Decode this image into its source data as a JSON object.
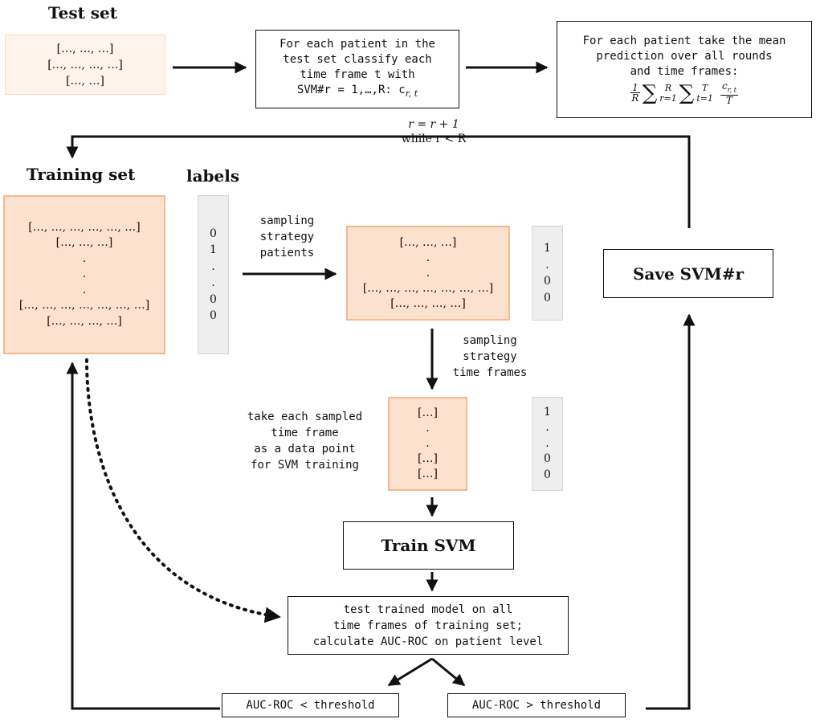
{
  "test_set": {
    "title": "Test set",
    "rows": [
      "[…, …, …]",
      "[…, …, …, …]",
      "[…, …]"
    ]
  },
  "classify_box": {
    "lines": [
      "For each patient in the",
      "test set classify each",
      "time frame t with",
      "SVM#r = 1,…,R: c"
    ],
    "subscript": "r, t"
  },
  "mean_box": {
    "lines": [
      "For each patient take the mean",
      "prediction over all rounds",
      "and time frames:"
    ],
    "formula": {
      "frac1_num": "1",
      "frac1_den": "R",
      "sum1_upper": "R",
      "sum1_lower": "r=1",
      "sum2_upper": "T",
      "sum2_lower": "t=1",
      "frac2_num": "c",
      "frac2_num_sub": "r, t",
      "frac2_den": "T"
    }
  },
  "loop_note": {
    "line1": "r = r + 1",
    "line2": "while r < R"
  },
  "training_set": {
    "title": "Training set",
    "rows": [
      "[…, …, …, …, …, …]",
      "[…, …, …]",
      ".",
      ".",
      ".",
      "[…, …, …, …, …, …, …]",
      "[…, …, …, …]"
    ]
  },
  "labels": {
    "title": "labels",
    "values": [
      "0",
      "1",
      ".",
      ".",
      "0",
      "0"
    ]
  },
  "sampling_patients": {
    "lines": [
      "sampling",
      "strategy",
      "patients"
    ]
  },
  "sampled_patients": {
    "rows": [
      "[…, …, …]",
      ".",
      ".",
      "[…, …, …, …, …, …, …]",
      "[…, …, …, …]"
    ],
    "labels": [
      "1",
      ".",
      "0",
      "0"
    ]
  },
  "sampling_frames": {
    "lines": [
      "sampling",
      "strategy",
      "time frames"
    ]
  },
  "take_each": {
    "lines": [
      "take each sampled",
      "time frame",
      "as a data point",
      "for SVM training"
    ]
  },
  "sampled_frames": {
    "rows": [
      "[…]",
      ".",
      ".",
      "[…]",
      "[…]"
    ],
    "labels": [
      "1",
      ".",
      ".",
      "0",
      "0"
    ]
  },
  "train_svm": {
    "label": "Train SVM"
  },
  "save_svm": {
    "label": "Save SVM#r"
  },
  "test_model": {
    "lines": [
      "test trained model on all",
      "time frames of training set;",
      "calculate AUC-ROC on patient level"
    ]
  },
  "auc_low": {
    "label": "AUC-ROC < threshold"
  },
  "auc_high": {
    "label": "AUC-ROC > threshold"
  }
}
